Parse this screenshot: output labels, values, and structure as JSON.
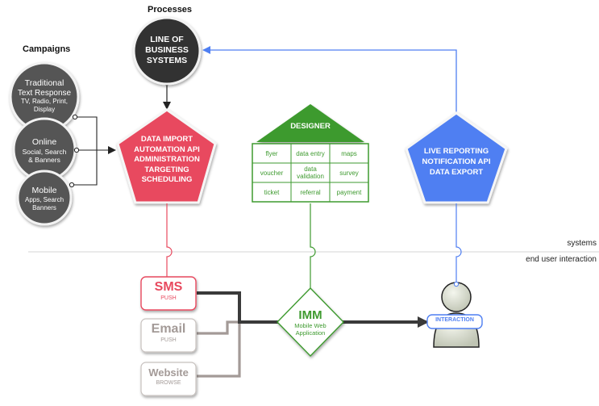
{
  "headers": {
    "processes": "Processes",
    "campaigns": "Campaigns"
  },
  "lob": {
    "line1": "LINE OF",
    "line2": "BUSINESS",
    "line3": "SYSTEMS"
  },
  "campaigns": [
    {
      "title": "Traditional",
      "sub": [
        "Text Response",
        "TV, Radio, Print,",
        "Display"
      ]
    },
    {
      "title": "Online",
      "sub": [
        "Social, Search",
        "& Banners"
      ]
    },
    {
      "title": "Mobile",
      "sub": [
        "Apps, Search",
        "Banners"
      ]
    }
  ],
  "data_import": {
    "lines": [
      "DATA IMPORT",
      "AUTOMATION API",
      "ADMINISTRATION",
      "TARGETING",
      "SCHEDULING"
    ]
  },
  "designer": {
    "title": "DESIGNER",
    "cells": [
      [
        "flyer",
        "data entry",
        "maps"
      ],
      [
        "voucher",
        "data\nvalidation",
        "survey"
      ],
      [
        "ticket",
        "referral",
        "payment"
      ]
    ]
  },
  "live": {
    "lines": [
      "LIVE REPORTING",
      "NOTIFICATION API",
      "DATA EXPORT"
    ]
  },
  "separator": {
    "upper": "systems",
    "lower": "end user interaction"
  },
  "channels": [
    {
      "title": "SMS",
      "sub": "PUSH"
    },
    {
      "title": "Email",
      "sub": "PUSH"
    },
    {
      "title": "Website",
      "sub": "BROWSE"
    }
  ],
  "imm": {
    "title": "IMM",
    "sub1": "Mobile Web",
    "sub2": "Application"
  },
  "user": {
    "badge": "INTERACTION"
  },
  "colors": {
    "red": "#e84a5f",
    "green": "#3e9a2f",
    "blue": "#4f7ff2",
    "dark": "#333333",
    "grey_circle": "#555555",
    "channel_grey": "#a39a97",
    "path_dark": "#3a3a3a"
  }
}
